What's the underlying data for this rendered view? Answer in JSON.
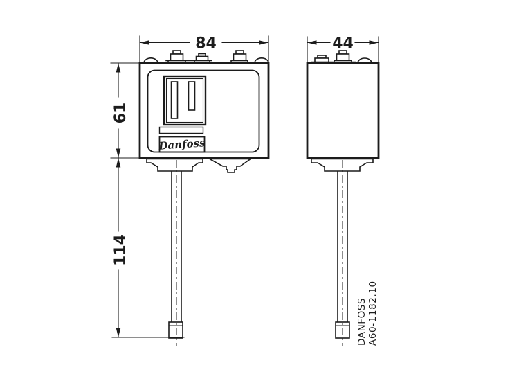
{
  "colors": {
    "ink": "#1c1c1c",
    "paper": "#ffffff"
  },
  "dims": {
    "width": "84",
    "depth": "44",
    "body_height": "61",
    "probe_length": "114"
  },
  "labels": {
    "brand": "DANFOSS",
    "drawing_number": "A60-1182.10",
    "logo_script": "Danfoss"
  }
}
